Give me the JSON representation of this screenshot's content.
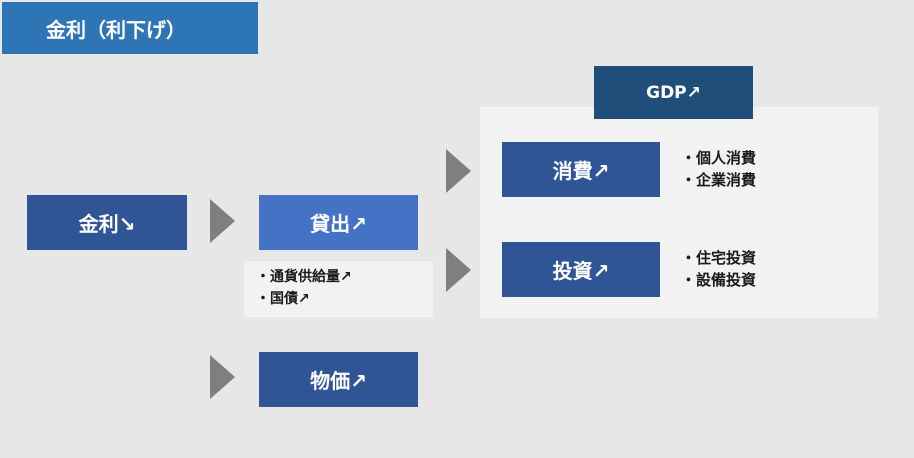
{
  "title": "金利（利下げ）",
  "nodes": {
    "rate": "金利↘",
    "lending": "貸出↗",
    "price": "物価↗",
    "gdp": "GDP↗",
    "consumption": "消費↗",
    "investment": "投資↗"
  },
  "lending_notes": [
    "・通貨供給量↗",
    "・国債↗"
  ],
  "consumption_items": [
    "・個人消費",
    "・企業消費"
  ],
  "investment_items": [
    "・住宅投資",
    "・設備投資"
  ],
  "colors": {
    "title": "#2e75b6",
    "dark_box": "#2f5597",
    "light_box": "#4472c4",
    "gdp": "#1f4e79",
    "arrow": "#7f7f7f"
  }
}
